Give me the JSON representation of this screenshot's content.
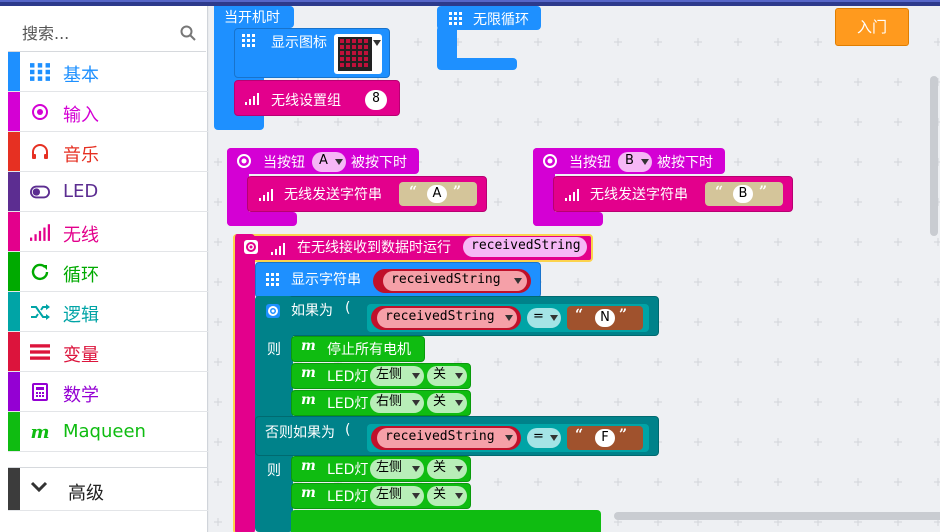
{
  "toolbox": {
    "search_placeholder": "搜索...",
    "categories": [
      {
        "label": "基本",
        "color": "#1e90ff"
      },
      {
        "label": "输入",
        "color": "#d400d4"
      },
      {
        "label": "音乐",
        "color": "#e63022"
      },
      {
        "label": "LED",
        "color": "#5c2d91"
      },
      {
        "label": "无线",
        "color": "#e3008c"
      },
      {
        "label": "循环",
        "color": "#00aa00"
      },
      {
        "label": "逻辑",
        "color": "#00a4a6"
      },
      {
        "label": "变量",
        "color": "#dc143c"
      },
      {
        "label": "数学",
        "color": "#9400d3"
      },
      {
        "label": "Maqueen",
        "color": "#0fbc11"
      }
    ],
    "advanced_label": "高级"
  },
  "workspace": {
    "intro_button": "入门",
    "on_start": "当开机时",
    "forever": "无限循环",
    "show_icon": "显示图标",
    "radio_group": "无线设置组",
    "radio_group_value": "8",
    "on_button_a": "当按钮",
    "button_a": "A",
    "pressed": "被按下时",
    "send_string": "无线发送字符串",
    "string_a": "A",
    "button_b": "B",
    "string_b": "B",
    "on_received": "在无线接收到数据时运行",
    "received_var": "receivedString",
    "show_string": "显示字符串",
    "if_label": "如果为",
    "eq": "=",
    "string_n": "N",
    "then": "则",
    "stop_motors": "停止所有电机",
    "led_label": "LED灯",
    "left": "左侧",
    "right": "右侧",
    "off": "关",
    "else_if": "否则如果为",
    "string_f": "F"
  },
  "colors": {
    "basic": "#1e90ff",
    "radio": "#e3008c",
    "input": "#d400d4",
    "logic": "#00a4a6",
    "variable": "#dc143c",
    "text": "#a0522d",
    "maqueen": "#0fbc11"
  }
}
